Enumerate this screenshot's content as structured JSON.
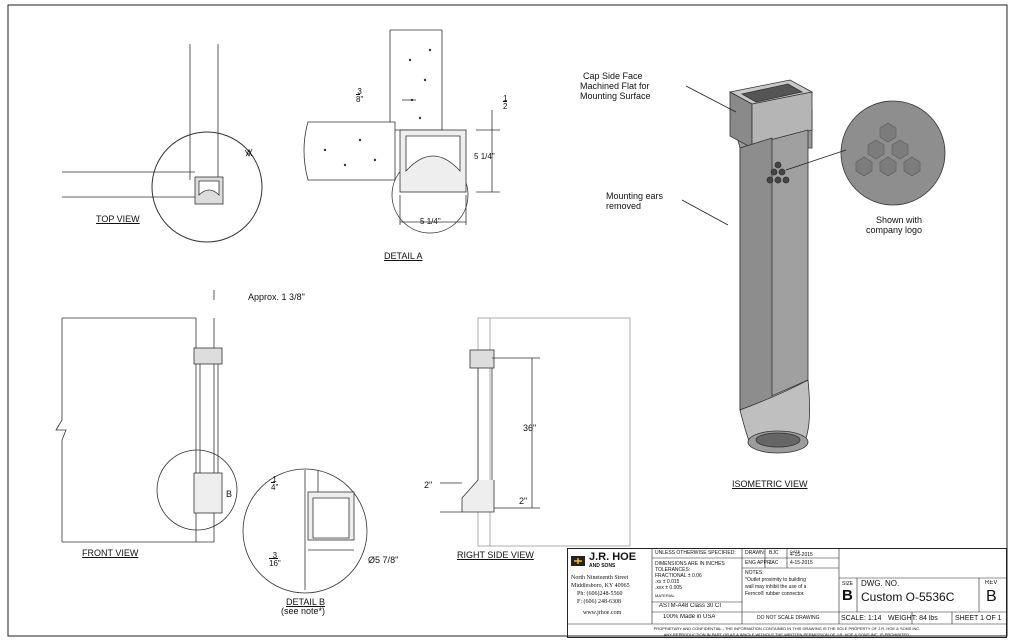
{
  "views": {
    "top": "TOP VIEW",
    "detail_a": "DETAIL A",
    "front": "FRONT VIEW",
    "detail_b": "DETAIL B",
    "detail_b_note": "(see note*)",
    "right_side": "RIGHT SIDE VIEW",
    "isometric": "ISOMETRIC VIEW"
  },
  "callouts": {
    "detail_a_marker": "A",
    "detail_b_marker": "B",
    "cap_face": [
      "Cap Side Face",
      "Machined Flat for",
      "Mounting Surface"
    ],
    "mounting_ears": [
      "Mounting ears",
      "removed"
    ],
    "logo_note": [
      "Shown with",
      "company logo"
    ]
  },
  "dimensions": {
    "wall_3_8": {
      "num": "3",
      "den": "8",
      "unit": "\""
    },
    "flange_1_2": {
      "num": "1",
      "den": "2"
    },
    "height_5_1_4": {
      "whole": "5",
      "num": "1",
      "den": "4",
      "unit": "\""
    },
    "width_5_1_4": {
      "whole": "5",
      "num": "1",
      "den": "4",
      "unit": "\""
    },
    "approx_1_3_8": {
      "prefix": "Approx. 1",
      "num": "3",
      "den": "8",
      "unit": "\""
    },
    "length_36": "36\"",
    "offset_2a": "2\"",
    "offset_2b": "2\"",
    "lip_1_4": {
      "num": "1",
      "den": "4",
      "unit": "\""
    },
    "lip_3_16": {
      "num": "3",
      "den": "16",
      "unit": "\""
    },
    "dia_5_7_8": {
      "prefix": "Ø5",
      "num": "7",
      "den": "8",
      "unit": "\""
    }
  },
  "title_block": {
    "company": "J.R. HOE",
    "company_sub": "AND SONS",
    "address": [
      "North Nineteenth Street",
      "Middlesboro, KY 40965",
      "Ph: (606)248-5560",
      "F: (606) 248-6308",
      "www.jrhoe.com"
    ],
    "unless": "UNLESS OTHERWISE SPECIFIED:",
    "dims_in": "DIMENSIONS ARE IN INCHES",
    "tolerances": "TOLERANCES:",
    "tol_frac": "FRACTIONAL ± 0.06",
    "tol_xx": ".xx ± 0.015",
    "tol_xxx": ".xxx ± 0.005",
    "material_label": "MATERIAL",
    "material": "ASTM-A48 Class 30 CI",
    "made_in": "100% Made in USA",
    "drawn_label": "DRAWN:",
    "drawn_by": "BJC",
    "drawn_date": "4-15-2015",
    "date_label": "DATE",
    "eng_label": "ENG APPR.",
    "eng_by": "JAC",
    "eng_date": "4-15-2015",
    "notes_label": "NOTES:",
    "note": [
      "*Outlet proximity to building",
      "wall may inhibit the use of a",
      "Fernco® rubber connector."
    ],
    "no_scale": "DO NOT SCALE DRAWING",
    "size_label": "SIZE",
    "size": "B",
    "dwg_label": "DWG. NO.",
    "dwg_no": "Custom O-5536C",
    "rev_label": "REV",
    "rev": "B",
    "scale": "SCALE: 1:14",
    "weight": "WEIGHT: 84 lbs",
    "sheet": "SHEET 1 OF 1",
    "proprietary": [
      "PROPRIETARY AND CONFIDENTIAL - THE INFORMATION CONTAINED IN THIS DRAWING IS THE SOLE PROPERTY OF J.R. HOE & SONS INC.",
      "ANY REPRODUCTION IN PART OR AS A WHOLE WITHOUT THE WRITTEN PERMISSION OF J.R. HOE & SONS INC. IS PROHIBITED."
    ]
  }
}
